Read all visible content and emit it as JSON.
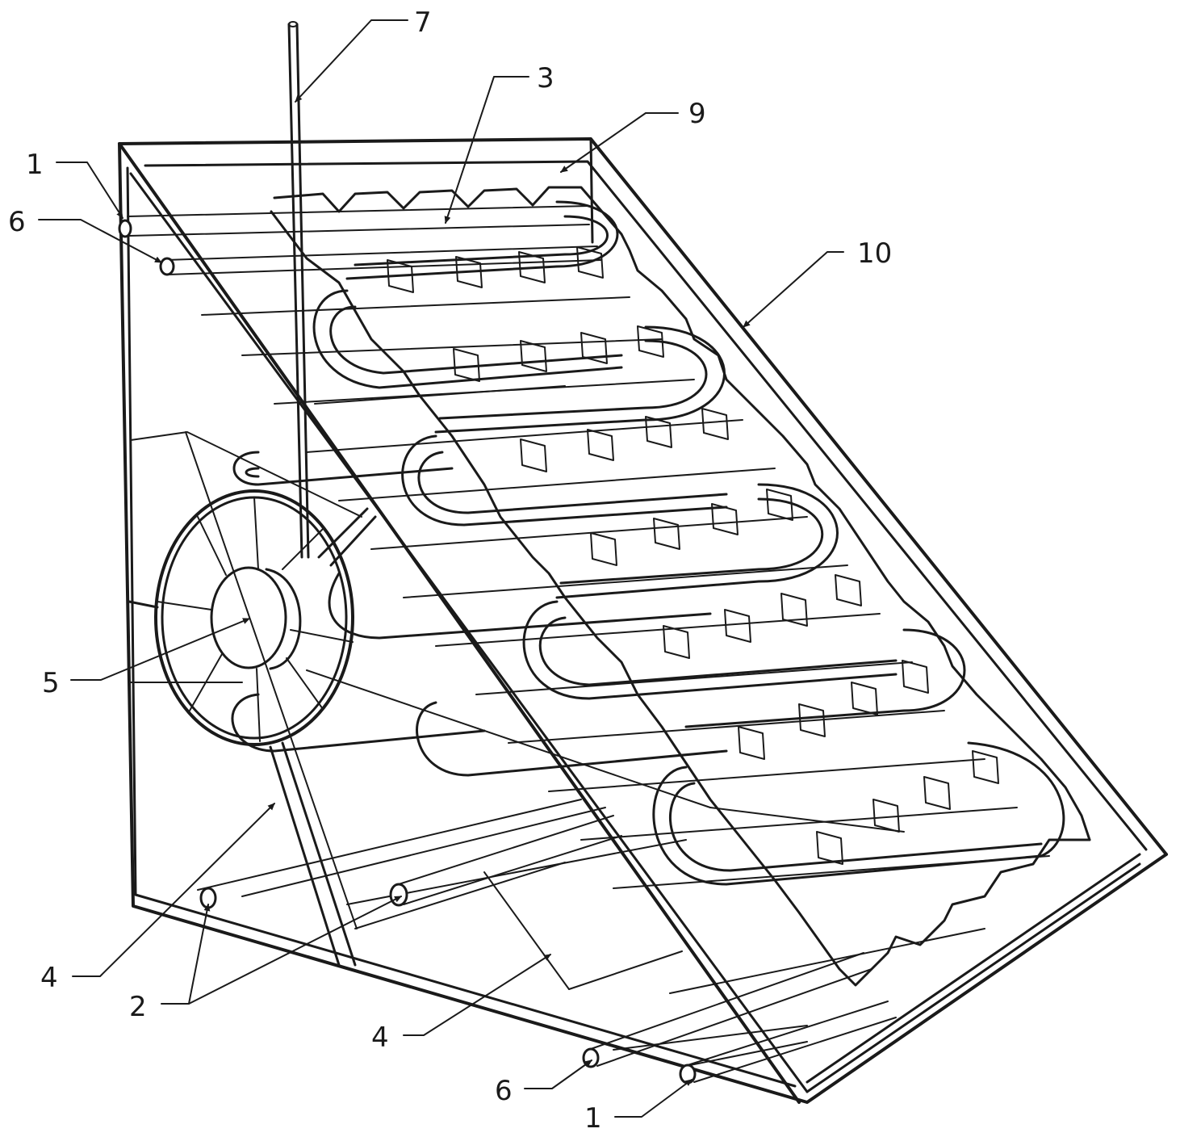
{
  "labels": {
    "l1_top": "1",
    "l6_top": "6",
    "l7": "7",
    "l3": "3",
    "l9": "9",
    "l10": "10",
    "l5": "5",
    "l4_left": "4",
    "l2": "2",
    "l4_bottom": "4",
    "l6_bottom": "6",
    "l1_bottom": "1"
  },
  "colors": {
    "line": "#1a1a1a",
    "background": "#ffffff"
  }
}
